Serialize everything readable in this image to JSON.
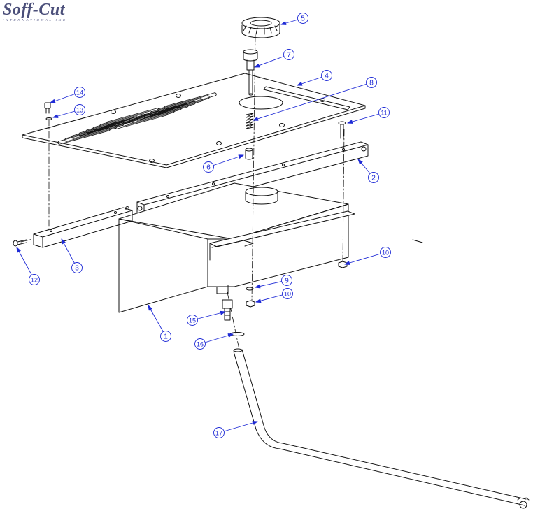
{
  "brand": {
    "name": "Soff-Cut",
    "tagline": "INTERNATIONAL INC",
    "color": "#4b4f7a"
  },
  "callout_color": "#1f2bd6",
  "line_color": "#111111",
  "callouts": [
    "1",
    "2",
    "3",
    "4",
    "5",
    "6",
    "7",
    "8",
    "9",
    "10",
    "11",
    "12",
    "13",
    "14",
    "15",
    "16",
    "17"
  ]
}
